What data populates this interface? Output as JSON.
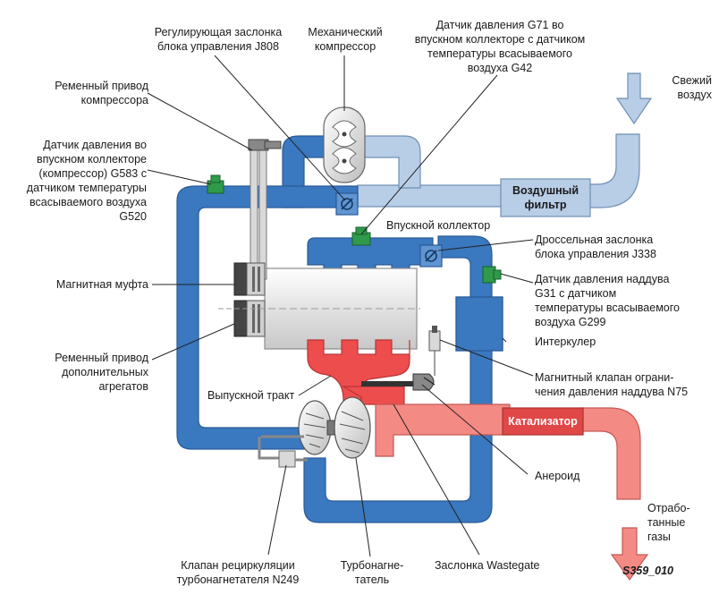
{
  "labels": {
    "belt_drive_compressor": "Ременный привод\nкомпрессора",
    "g583_sensor": "Датчик давления во\nвпускном коллекторе\n(компрессор) G583 с\nдатчиком температуры\nвсасываемого воздуха\nG520",
    "magnetic_clutch": "Магнитная муфта",
    "belt_drive_aux": "Ременный привод\nдополнительных\nагрегатов",
    "exhaust_tract": "Выпускной тракт",
    "recirc_valve": "Клапан рециркуляции\nтурбонагнетателя N249",
    "turbocharger": "Турбонагне-\nтатель",
    "wastegate": "Заслонка Wastegate",
    "aneroid": "Анероид",
    "exhaust_gases": "Отрабо-\nтанные\nгазы",
    "figure_code": "S359_010",
    "boost_limit_valve": "Магнитный клапан ограни-\nчения давления наддува N75",
    "intercooler": "Интеркулер",
    "g31_sensor": "Датчик давления наддува\nG31 с датчиком\nтемпературы всасываемого\nвоздуха G299",
    "throttle_j338": "Дроссельная заслонка\nблока управления J338",
    "intake_manifold": "Впускной коллектор",
    "fresh_air": "Свежий\nвоздух",
    "g71_sensor": "Датчик давления G71 во\nвпускном коллекторе с датчиком\nтемпературы всасываемого\nвоздуха G42",
    "mech_compressor": "Механический\nкомпрессор",
    "j808_flap": "Регулирующая заслонка\nблока управления J808",
    "air_filter": "Воздушный\nфильтр",
    "catalyst": "Катализатор"
  },
  "colors": {
    "intake_blue": "#3a78c0",
    "fresh_air_blue": "#b8cde6",
    "exhaust_red": "#ee4d4d",
    "exhaust_light": "#f48a84",
    "sensor_green": "#2f9a4a",
    "engine_gray": "#e6e6e6"
  }
}
